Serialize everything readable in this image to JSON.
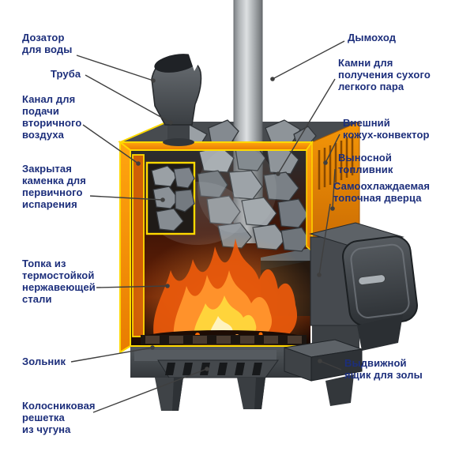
{
  "labels": {
    "left": [
      {
        "text": "Дозатор\nдля воды"
      },
      {
        "text": "Труба"
      },
      {
        "text": "Канал для\nподачи\nвторичного\nвоздуха"
      },
      {
        "text": "Закрытая\nкаменка для\nпервичного\nиспарения"
      },
      {
        "text": "Топка из\nтермостойкой\nнержавеющей\nстали"
      },
      {
        "text": "Зольник"
      },
      {
        "text": "Колосниковая\nрешетка\nиз чугуна"
      }
    ],
    "right": [
      {
        "text": "Дымоход"
      },
      {
        "text": "Камни для\nполучения сухого\nлегкого пара"
      },
      {
        "text": "Внешний\nкожух-конвектор"
      },
      {
        "text": "Выносной\nтопливник"
      },
      {
        "text": "Самоохлаждаемая\nтопочная дверца"
      },
      {
        "text": "Выдвижной\nящик для золы"
      }
    ]
  },
  "colors": {
    "label_text": "#1c2e7b",
    "stove_orange": "#f08a00",
    "outline_yellow": "#ffd900",
    "metal_gray": "#4a4e52",
    "flame_orange": "#ff922b"
  }
}
